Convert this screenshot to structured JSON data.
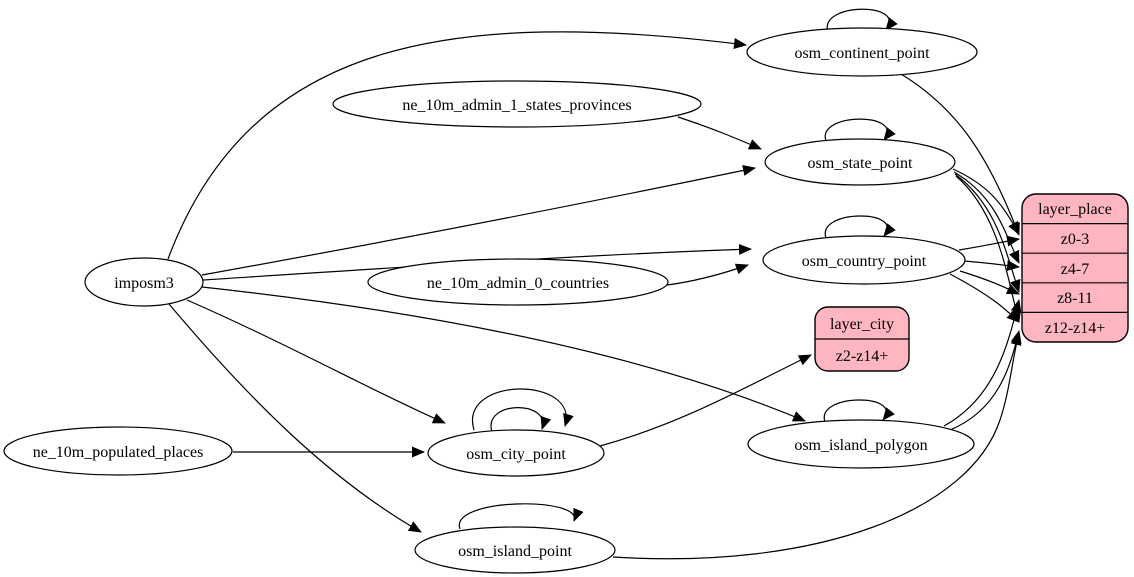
{
  "diagram": {
    "type": "dataflow-graph",
    "background": "#ffffff",
    "colors": {
      "node_fill": "#ffffff",
      "record_fill": "#ffb6c1",
      "stroke": "#000000"
    },
    "nodes": {
      "imposm3": {
        "label": "imposm3",
        "shape": "ellipse"
      },
      "ne_10m_admin_1_states_provinces": {
        "label": "ne_10m_admin_1_states_provinces",
        "shape": "ellipse"
      },
      "ne_10m_admin_0_countries": {
        "label": "ne_10m_admin_0_countries",
        "shape": "ellipse"
      },
      "ne_10m_populated_places": {
        "label": "ne_10m_populated_places",
        "shape": "ellipse"
      },
      "osm_continent_point": {
        "label": "osm_continent_point",
        "shape": "ellipse"
      },
      "osm_state_point": {
        "label": "osm_state_point",
        "shape": "ellipse"
      },
      "osm_country_point": {
        "label": "osm_country_point",
        "shape": "ellipse"
      },
      "osm_city_point": {
        "label": "osm_city_point",
        "shape": "ellipse"
      },
      "osm_island_polygon": {
        "label": "osm_island_polygon",
        "shape": "ellipse"
      },
      "osm_island_point": {
        "label": "osm_island_point",
        "shape": "ellipse"
      }
    },
    "records": {
      "layer_place": {
        "title": "layer_place",
        "rows": [
          "z0-3",
          "z4-7",
          "z8-11",
          "z12-z14+"
        ]
      },
      "layer_city": {
        "title": "layer_city",
        "rows": [
          "z2-z14+"
        ]
      }
    },
    "edges": [
      {
        "from": "imposm3",
        "to": "osm_continent_point"
      },
      {
        "from": "imposm3",
        "to": "osm_state_point"
      },
      {
        "from": "imposm3",
        "to": "osm_country_point"
      },
      {
        "from": "imposm3",
        "to": "osm_city_point"
      },
      {
        "from": "imposm3",
        "to": "osm_island_polygon"
      },
      {
        "from": "imposm3",
        "to": "osm_island_point"
      },
      {
        "from": "ne_10m_admin_1_states_provinces",
        "to": "osm_state_point"
      },
      {
        "from": "ne_10m_admin_0_countries",
        "to": "osm_country_point"
      },
      {
        "from": "ne_10m_populated_places",
        "to": "osm_city_point"
      },
      {
        "from": "osm_continent_point",
        "to": "osm_continent_point",
        "self_loop": true
      },
      {
        "from": "osm_state_point",
        "to": "osm_state_point",
        "self_loop": true
      },
      {
        "from": "osm_country_point",
        "to": "osm_country_point",
        "self_loop": true
      },
      {
        "from": "osm_city_point",
        "to": "osm_city_point",
        "self_loop": true
      },
      {
        "from": "osm_city_point",
        "to": "osm_city_point",
        "self_loop": true
      },
      {
        "from": "osm_island_polygon",
        "to": "osm_island_polygon",
        "self_loop": true
      },
      {
        "from": "osm_island_point",
        "to": "osm_island_point",
        "self_loop": true
      },
      {
        "from": "osm_continent_point",
        "to": "layer_place:z0-3"
      },
      {
        "from": "osm_state_point",
        "to": "layer_place:z0-3"
      },
      {
        "from": "osm_state_point",
        "to": "layer_place:z4-7"
      },
      {
        "from": "osm_state_point",
        "to": "layer_place:z8-11"
      },
      {
        "from": "osm_state_point",
        "to": "layer_place:z12-z14+"
      },
      {
        "from": "osm_country_point",
        "to": "layer_place:z0-3"
      },
      {
        "from": "osm_country_point",
        "to": "layer_place:z4-7"
      },
      {
        "from": "osm_country_point",
        "to": "layer_place:z8-11"
      },
      {
        "from": "osm_country_point",
        "to": "layer_place:z12-z14+"
      },
      {
        "from": "osm_island_polygon",
        "to": "layer_place:z8-11"
      },
      {
        "from": "osm_island_polygon",
        "to": "layer_place:z12-z14+"
      },
      {
        "from": "osm_island_point",
        "to": "layer_place:z12-z14+"
      },
      {
        "from": "osm_city_point",
        "to": "layer_city:z2-z14+"
      }
    ]
  }
}
